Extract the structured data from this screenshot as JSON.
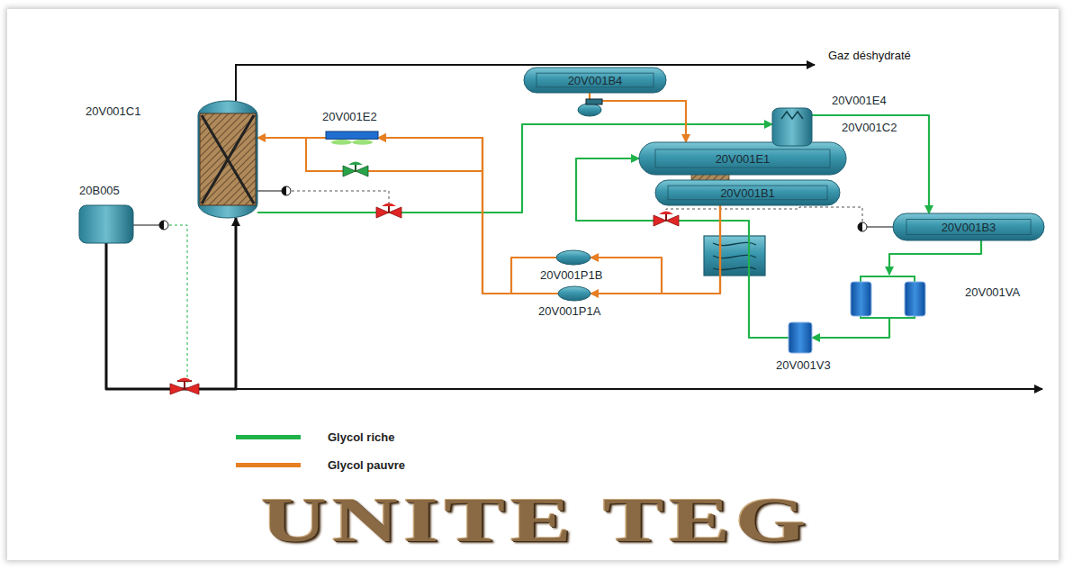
{
  "diagram": {
    "title": "UNITE TEG",
    "nodes": [
      {
        "text": [
          "20V001C1"
        ]
      },
      {
        "text": [
          "20V001E2"
        ]
      },
      {
        "text": [
          "20B005"
        ]
      },
      {
        "text": [
          "20V001B4"
        ]
      },
      {
        "text": [
          "20V001E1"
        ]
      },
      {
        "text": [
          "20V001B1"
        ]
      },
      {
        "text": [
          "20V001E4",
          "20V001C2"
        ]
      },
      {
        "text": [
          "20V001B3"
        ]
      },
      {
        "text": [
          "20V001P1B"
        ]
      },
      {
        "text": [
          "20V001P1A"
        ]
      },
      {
        "text": [
          "20V001VA"
        ]
      },
      {
        "text": [
          "20V001V3"
        ]
      }
    ],
    "edges": [
      {
        "from": 2,
        "to": 0,
        "arrow": "to"
      },
      {
        "from": 0,
        "to": 6,
        "arrow": "to"
      },
      {
        "from": 3,
        "to": 4,
        "arrow": "to"
      },
      {
        "from": 6,
        "to": 7,
        "arrow": "to"
      },
      {
        "from": 7,
        "to": 10,
        "arrow": "to"
      },
      {
        "from": 10,
        "to": 11,
        "arrow": "to"
      },
      {
        "from": 11,
        "to": 4,
        "arrow": "to"
      },
      {
        "from": 5,
        "to": 9,
        "arrow": "to"
      },
      {
        "from": 5,
        "to": 8,
        "arrow": "to"
      },
      {
        "from": 9,
        "to": 1,
        "arrow": "to"
      },
      {
        "from": 8,
        "to": 1,
        "arrow": "to"
      },
      {
        "from": 1,
        "to": 0,
        "arrow": "to"
      }
    ],
    "labels": [
      "Gaz déshydraté"
    ],
    "legend": [
      {
        "text": "Glycol riche",
        "color": "#1fb24a"
      },
      {
        "text": "Glycol pauvre",
        "color": "#e67e22"
      }
    ]
  }
}
